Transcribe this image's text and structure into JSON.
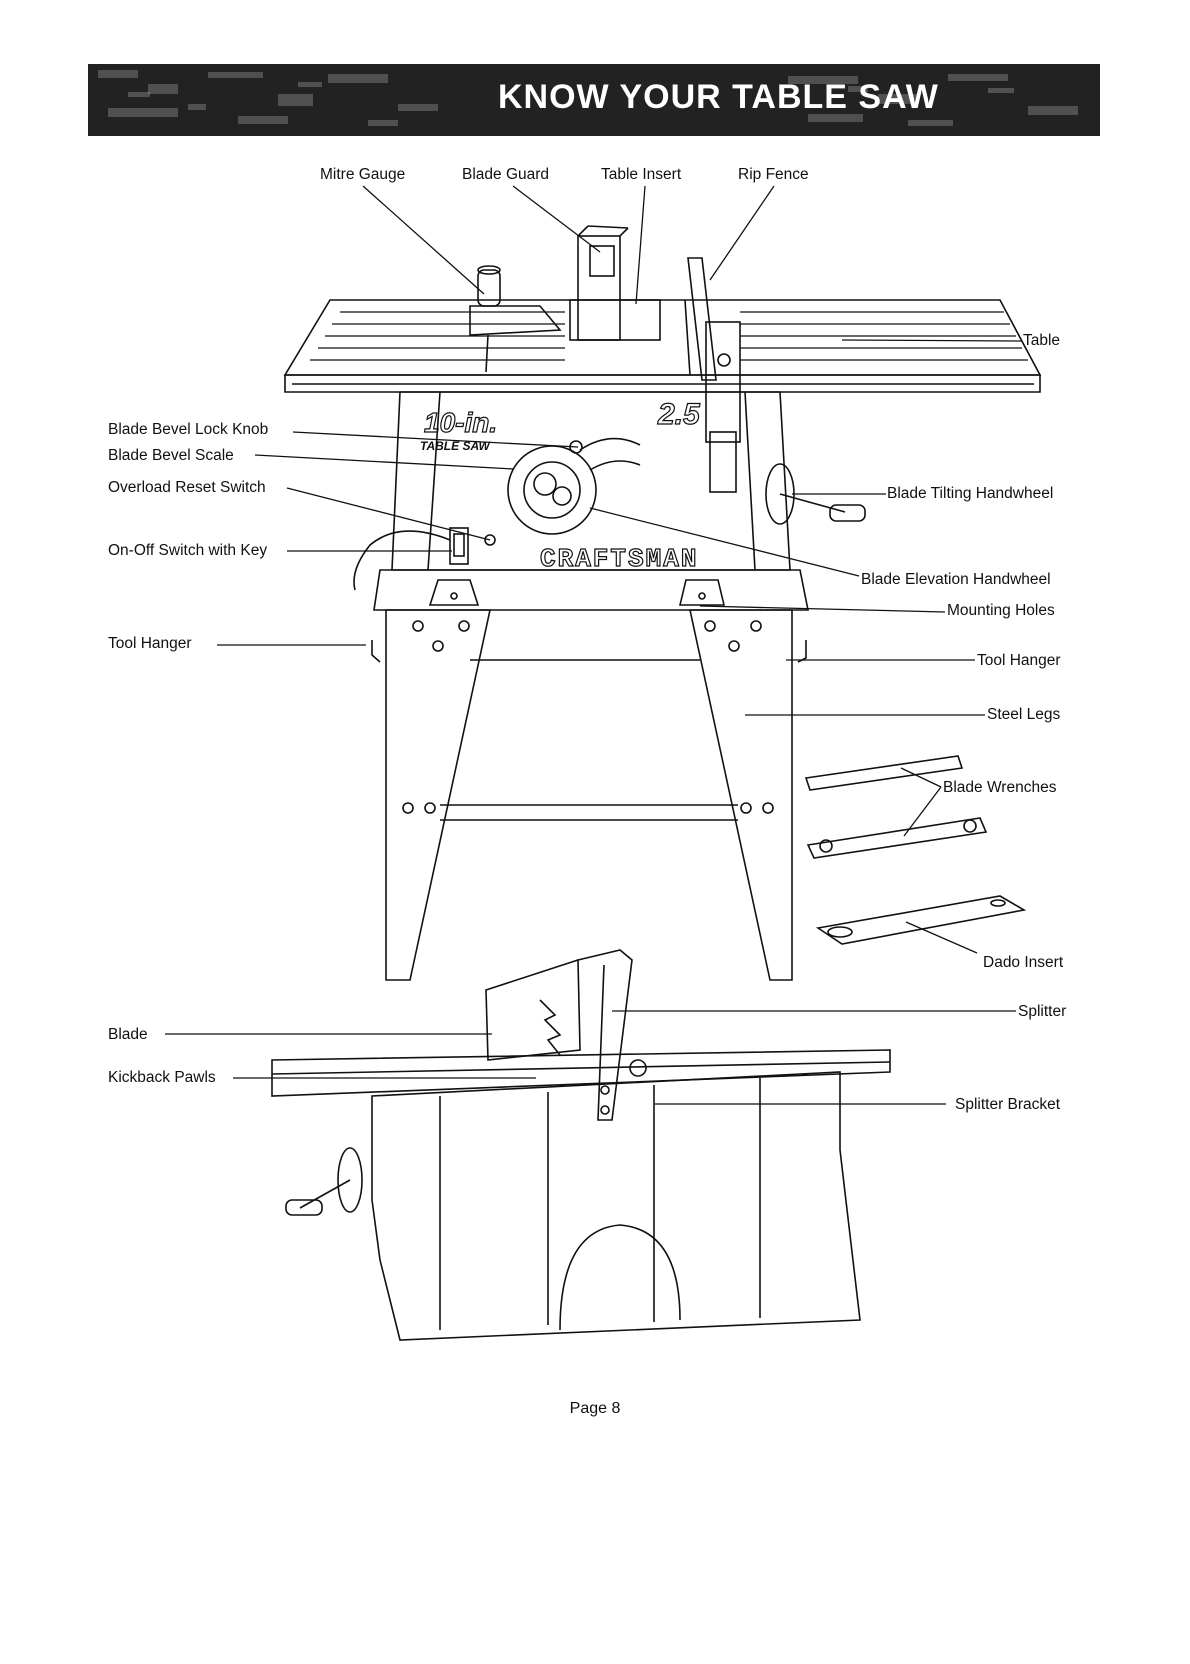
{
  "header": {
    "title": "KNOW YOUR TABLE SAW"
  },
  "labels": {
    "mitre_gauge": "Mitre Gauge",
    "blade_guard": "Blade Guard",
    "table_insert": "Table Insert",
    "rip_fence": "Rip Fence",
    "table": "Table",
    "blade_bevel_lock_knob": "Blade Bevel Lock Knob",
    "blade_bevel_scale": "Blade Bevel Scale",
    "overload_reset_switch": "Overload Reset Switch",
    "blade_tilting_handwheel": "Blade Tilting Handwheel",
    "on_off_switch": "On-Off Switch with Key",
    "blade_elevation_handwheel": "Blade Elevation Handwheel",
    "mounting_holes": "Mounting Holes",
    "tool_hanger_left": "Tool Hanger",
    "tool_hanger_right": "Tool Hanger",
    "steel_legs": "Steel Legs",
    "blade_wrenches": "Blade Wrenches",
    "dado_insert": "Dado Insert",
    "splitter": "Splitter",
    "blade": "Blade",
    "kickback_pawls": "Kickback Pawls",
    "splitter_bracket": "Splitter Bracket"
  },
  "saw_branding": {
    "size": "10-in.",
    "model": "TABLE SAW",
    "hp": "2.5",
    "brand": "CRAFTSMAN"
  },
  "footer": {
    "page": "Page 8"
  }
}
